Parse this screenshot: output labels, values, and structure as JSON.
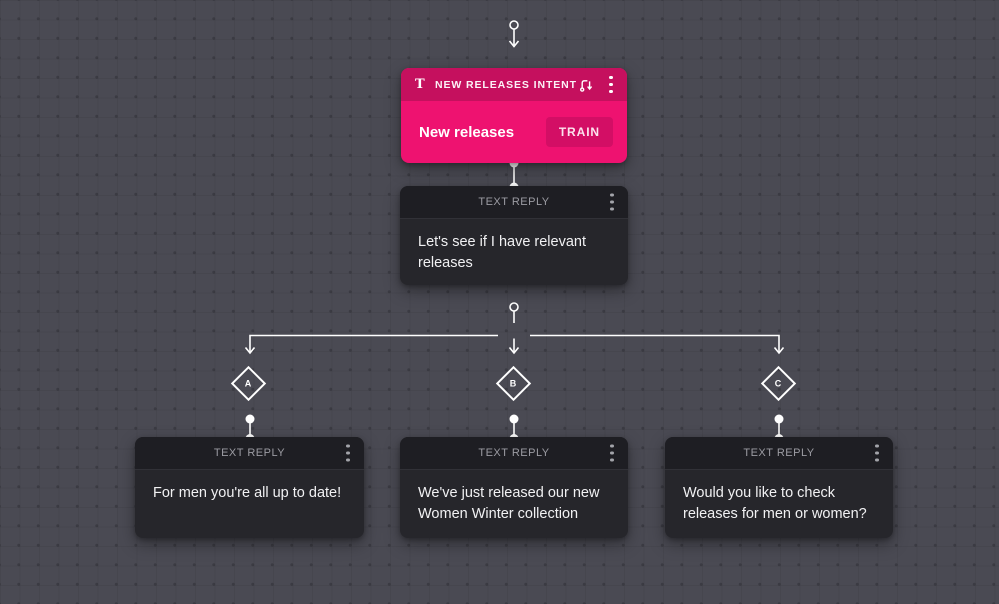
{
  "canvas": {
    "background_color": "#4a4a53",
    "grid_color": "#3f3f48",
    "connector_color": "#ffffff"
  },
  "nodes": {
    "intent": {
      "type_icon": "T",
      "title": "NEW RELEASES INTENT",
      "body_text": "New releases",
      "train_button_label": "TRAIN",
      "colors": {
        "header_bg": "#c5105e",
        "body_bg": "#ee1270",
        "train_button_bg": "#d30e65"
      }
    },
    "reply_main": {
      "title": "TEXT REPLY",
      "body_text": "Let's see if I have relevant releases"
    },
    "reply_a": {
      "title": "TEXT REPLY",
      "body_text": "For men you're all up to date!"
    },
    "reply_b": {
      "title": "TEXT REPLY",
      "body_text": "We've just released  our new Women Winter collection"
    },
    "reply_c": {
      "title": "TEXT REPLY",
      "body_text": "Would you like to check releases for men or women?"
    },
    "reply_colors": {
      "header_bg": "#1e1e23",
      "body_bg": "#26262b",
      "header_text": "#9c9ca3",
      "body_text": "#f1f1f3"
    }
  },
  "branches": {
    "a": "A",
    "b": "B",
    "c": "C"
  }
}
